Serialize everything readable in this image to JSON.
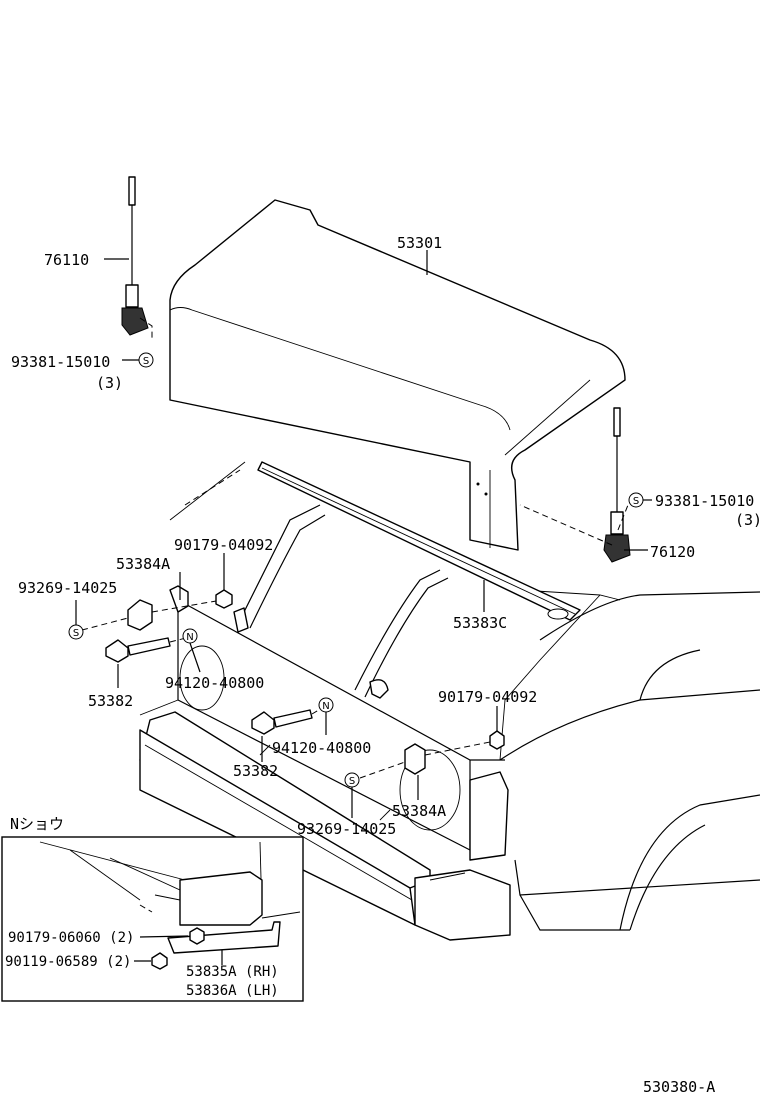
{
  "diagram_code": "530380-A",
  "inset": {
    "title": "Nショウ"
  },
  "labels": {
    "hood": "53301",
    "emblem_left": "76110",
    "emblem_right": "76120",
    "clip_left": "93381-15010",
    "clip_left_qty": "(3)",
    "clip_right": "93381-15010",
    "clip_right_qty": "(3)",
    "seal": "53383C",
    "bumper_left": "53384A",
    "bumper_right": "53384A",
    "nut_left": "90179-04092",
    "nut_right": "90179-04092",
    "screw_left": "93269-14025",
    "screw_right": "93269-14025",
    "bolt_left": "53382",
    "bolt_mid": "53382",
    "nut_n_left": "94120-40800",
    "nut_n_mid": "94120-40800",
    "inset_nut": "90179-06060 (2)",
    "inset_bolt": "90119-06589 (2)",
    "inset_bracket_rh": "53835A (RH)",
    "inset_bracket_lh": "53836A (LH)"
  },
  "symbols": {
    "s": "S",
    "n": "N"
  }
}
